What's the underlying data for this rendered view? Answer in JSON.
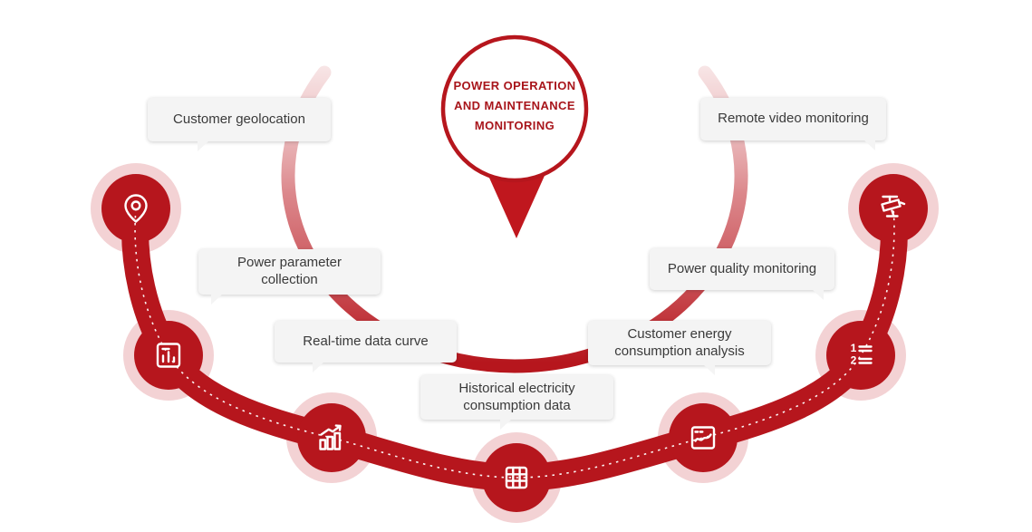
{
  "title": "Power operation and maintenance monitoring diagram",
  "center": {
    "line1": "POWER OPERATION",
    "line2": "AND MAINTENANCE",
    "line3": "MONITORING"
  },
  "nodes": [
    {
      "label": "Customer geolocation",
      "icon": "location-pin-icon"
    },
    {
      "label": "Power parameter collection",
      "icon": "report-chart-icon"
    },
    {
      "label": "Real-time data curve",
      "icon": "bar-chart-growth-icon"
    },
    {
      "label": "Historical electricity consumption data",
      "icon": "table-grid-icon"
    },
    {
      "label": "Customer energy consumption analysis",
      "icon": "trend-analysis-icon"
    },
    {
      "label": "Power quality monitoring",
      "icon": "numbered-list-icon"
    },
    {
      "label": "Remote video monitoring",
      "icon": "cctv-camera-icon"
    }
  ],
  "colors": {
    "primary_red": "#b6161d",
    "pin_red": "#c0171e",
    "halo_pink": "#f0c7c9",
    "swoosh_fade": "#d97b7f",
    "label_background": "#f4f4f4",
    "label_text": "#3a3a3a",
    "center_text": "#a8151b",
    "icon_white": "#ffffff"
  }
}
